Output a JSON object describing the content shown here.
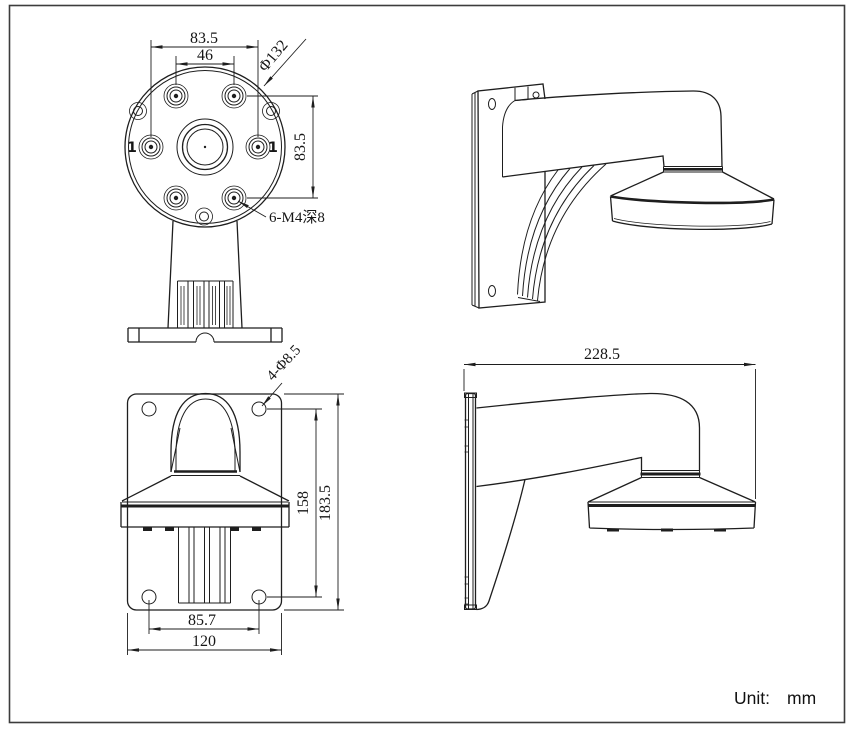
{
  "front_view": {
    "dim_outer_hole_span": "83.5",
    "dim_inner_hole_span": "46",
    "dim_plate_diameter": "Φ132",
    "dim_vertical_hole_span": "83.5",
    "thread_callout": "6-M4深8",
    "index_marker_left": "1",
    "index_marker_right": "1"
  },
  "back_view": {
    "hole_callout": "4-Φ8.5",
    "dim_hole_vertical_span": "158",
    "dim_plate_height": "183.5",
    "dim_hole_horizontal_span": "85.7",
    "dim_plate_width": "120"
  },
  "side_view": {
    "dim_overall_depth": "228.5"
  },
  "unit_note": {
    "label": "Unit:",
    "value": "mm"
  }
}
